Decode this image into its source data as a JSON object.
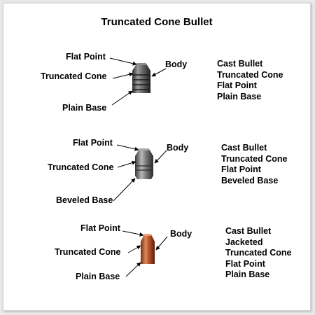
{
  "title": "Truncated Cone Bullet",
  "bullets": [
    {
      "labels": {
        "flat_point": "Flat Point",
        "truncated_cone": "Truncated Cone",
        "base": "Plain Base",
        "body": "Body"
      },
      "description": [
        "Cast Bullet",
        "Truncated Cone",
        "Flat Point",
        "Plain Base"
      ]
    },
    {
      "labels": {
        "flat_point": "Flat Point",
        "truncated_cone": "Truncated Cone",
        "base": "Beveled Base",
        "body": "Body"
      },
      "description": [
        "Cast Bullet",
        "Truncated Cone",
        "Flat Point",
        "Beveled Base"
      ]
    },
    {
      "labels": {
        "flat_point": "Flat Point",
        "truncated_cone": "Truncated Cone",
        "base": "Plain Base",
        "body": "Body"
      },
      "description": [
        "Cast Bullet",
        "Jacketed",
        "Truncated Cone",
        "Flat Point",
        "Plain Base"
      ]
    }
  ],
  "colors": {
    "cast_bullet": "#5a5a5a",
    "jacketed_bullet": "#b5532a",
    "text": "#000000"
  }
}
